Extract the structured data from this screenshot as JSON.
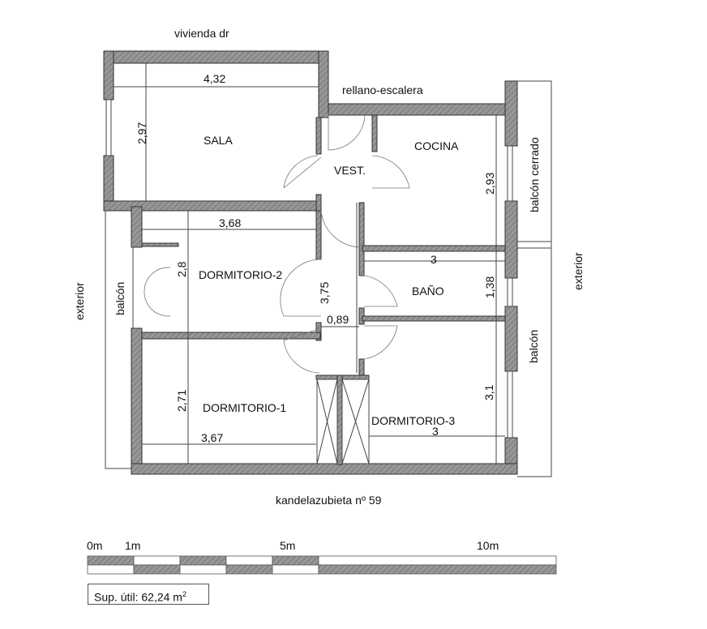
{
  "plan": {
    "title": "vivienda dr",
    "address": "kandelazubieta nº 59",
    "neighbors": {
      "landing": "rellano-escalera",
      "exterior_left": "exterior",
      "exterior_right": "exterior"
    },
    "rooms": [
      {
        "name": "SALA",
        "width": "4,32",
        "depth": "2,97"
      },
      {
        "name": "VEST.",
        "width": "0,89",
        "depth": "3,75"
      },
      {
        "name": "COCINA",
        "depth": "2,93"
      },
      {
        "name": "BAÑO",
        "width": "3",
        "depth": "1,38"
      },
      {
        "name": "DORMITORIO-2",
        "width": "3,68",
        "depth": "2,8"
      },
      {
        "name": "DORMITORIO-1",
        "width": "3,67",
        "depth": "2,71"
      },
      {
        "name": "DORMITORIO-3",
        "width": "3",
        "depth": "3,1"
      }
    ],
    "balconies": [
      "balcón cerrado",
      "balcón",
      "balcón"
    ]
  },
  "scale_bar": {
    "ticks": [
      "0m",
      "1m",
      "5m",
      "10m"
    ]
  },
  "area": {
    "label": "Sup. útil: 62,24 m",
    "superscript": "2"
  }
}
